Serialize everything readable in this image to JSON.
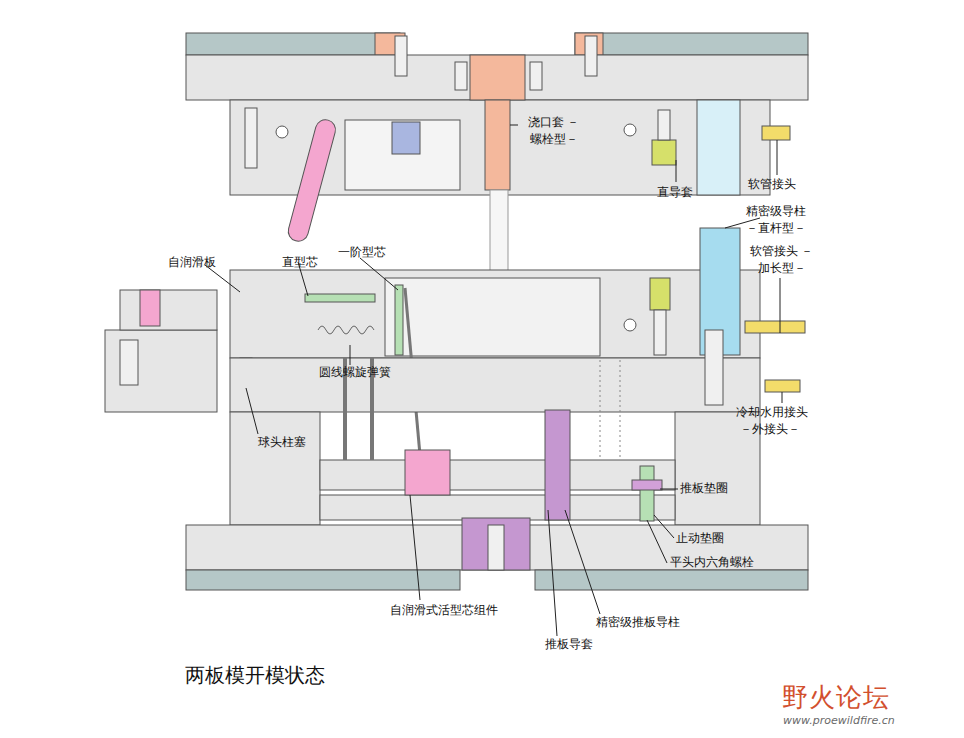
{
  "diagram": {
    "caption": "两板模开模状态",
    "labels": [
      "浇口套 －螺栓型－",
      "直导套",
      "软管接头",
      "精密级导柱 －直杆型－",
      "软管接头 －加长型－",
      "冷却水用接头 －外接头－",
      "自润滑板",
      "直型芯",
      "一阶型芯",
      "圆线螺旋弹簧",
      "球头柱塞",
      "推板垫圈",
      "止动垫圈",
      "平头内六角螺栓",
      "自润滑式活型芯组件",
      "精密级推板导柱",
      "推板导套",
      "野火论坛",
      "www.proewildfire.cn"
    ]
  }
}
